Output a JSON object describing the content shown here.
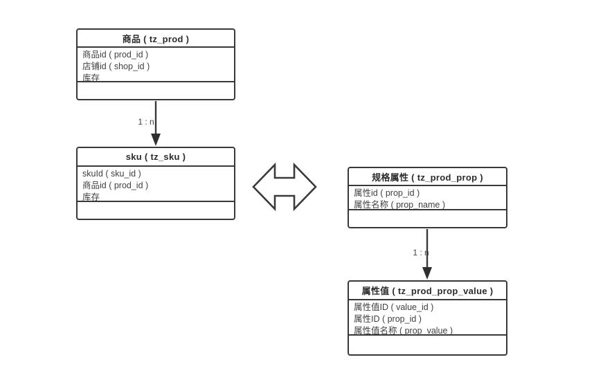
{
  "diagram": {
    "background_color": "#ffffff",
    "line_color": "#383838",
    "text_color": "#3f3f3f"
  },
  "entities": [
    {
      "title": "商品（tz_prod）",
      "fields": [
        "商品id（prod_id）",
        "店铺id（shop_id）",
        "库存"
      ]
    },
    {
      "title": "sku（tz_sku）",
      "fields": [
        "skuId（sku_id）",
        "商品id（prod_id）",
        "库存"
      ]
    },
    {
      "title": "规格属性（tz_prod_prop）",
      "fields": [
        "属性id（prop_id）",
        "属性名称（prop_name）"
      ]
    },
    {
      "title": "属性值（tz_prod_prop_value）",
      "fields": [
        "属性值ID（value_id）",
        "属性ID（prop_id）",
        "属性值名称（prop_value）"
      ]
    }
  ],
  "entity_titles_display": [
    "商品 ( tz_prod )",
    "sku ( tz_sku )",
    "规格属性 ( tz_prod_prop )",
    "属性值 ( tz_prod_prop_value )"
  ],
  "entity_fields_display": {
    "e1": [
      "商品id ( prod_id )",
      "店铺id ( shop_id )",
      "库存"
    ],
    "e2": [
      "skuId ( sku_id )",
      "商品id ( prod_id )",
      "库存"
    ],
    "e3": [
      "属性id ( prop_id )",
      "属性名称 ( prop_name )"
    ],
    "e4": [
      "属性值ID ( value_id )",
      "属性ID ( prop_id )",
      "属性值名称 ( prop_value )"
    ]
  },
  "relations": [
    {
      "label": "1 : n"
    },
    {
      "label": "1 : n"
    }
  ]
}
